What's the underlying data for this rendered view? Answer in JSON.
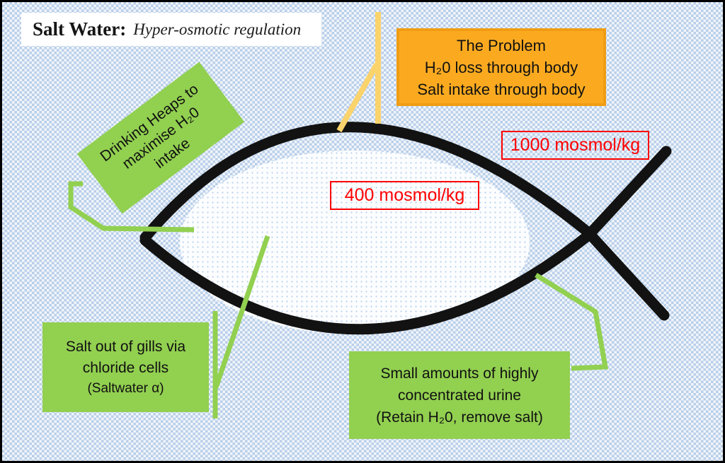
{
  "slide": {
    "title": {
      "prefix": "Salt Water:",
      "subtitle": "Hyper-osmotic regulation"
    },
    "problem_box": {
      "line1": "The Problem",
      "line2": "H₂0 loss through body",
      "line3": "Salt intake through body"
    },
    "drinking_box": {
      "line1": "Drinking Heaps to",
      "line2": "maximise H₂0",
      "line3": "intake"
    },
    "osmolarity": {
      "inside_fish": "400 mosmol/kg",
      "outside_water": "1000 mosmol/kg"
    },
    "gills_box": {
      "line1": "Salt out of gills via",
      "line2": "chloride cells",
      "line3": "(Saltwater α)"
    },
    "urine_box": {
      "line1": "Small amounts of highly",
      "line2": "concentrated urine",
      "line3": "(Retain H₂0, remove salt)"
    },
    "colors": {
      "background_blue": "#b9cfe9",
      "box_green": "#92d050",
      "box_orange_fill": "#fbaa20",
      "box_orange_border": "#f09d13",
      "label_red": "#fe0000",
      "connector_yellow": "#fbd36c",
      "connector_green": "#92d050",
      "fish_black": "#121212"
    }
  }
}
